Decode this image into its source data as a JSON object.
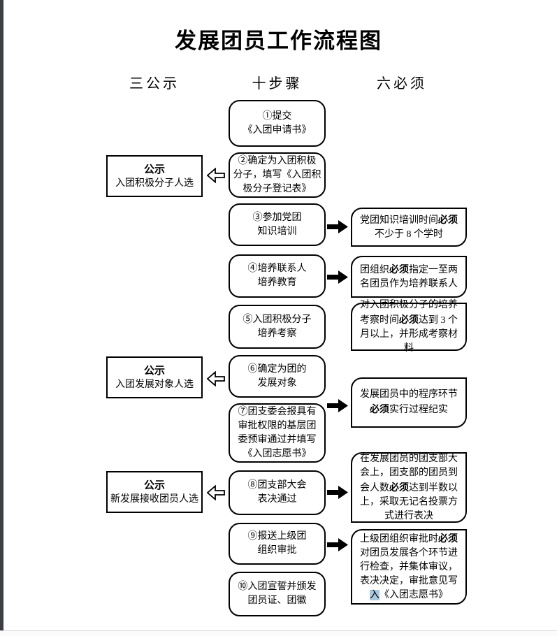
{
  "page": {
    "title": "发展团员工作流程图",
    "column_headers": {
      "left": "三公示",
      "center": "十步骤",
      "right": "六必须"
    }
  },
  "steps": [
    {
      "text": "①提交\n《入团申请书》"
    },
    {
      "text": "②确定为入团积极\n分子，填写《入团积\n极分子登记表》"
    },
    {
      "text": "③参加党团\n知识培训"
    },
    {
      "text": "④培养联系人\n培养教育"
    },
    {
      "text": "⑤入团积极分子\n培养考察"
    },
    {
      "text": "⑥确定为团的\n发展对象"
    },
    {
      "text": "⑦团支委会报具有\n审批权限的基层团\n委预审通过并填写\n《入团志愿书》"
    },
    {
      "text": "⑧团支部大会\n表决通过"
    },
    {
      "text": "⑨报送上级团\n组织审批"
    },
    {
      "text": "⑩入团宣誓并颁发\n团员证、团徽"
    }
  ],
  "publicity": [
    {
      "title": "公示",
      "subtitle": "入团积极分子人选"
    },
    {
      "title": "公示",
      "subtitle": "入团发展对象人选"
    },
    {
      "title": "公示",
      "subtitle": "新发展接收团员人选"
    }
  ],
  "requirements": [
    {
      "segments": [
        {
          "t": "党团知识培训时间"
        },
        {
          "t": "必须",
          "b": true
        },
        {
          "t": "不少于 8 个学时"
        }
      ]
    },
    {
      "segments": [
        {
          "t": "团组织"
        },
        {
          "t": "必须",
          "b": true
        },
        {
          "t": "指定一至两名团员作为培养联系人"
        }
      ]
    },
    {
      "segments": [
        {
          "t": "对入团积极分子的培养考察时间"
        },
        {
          "t": "必须",
          "b": true
        },
        {
          "t": "达到 3 个月以上，并形成考察材料"
        }
      ]
    },
    {
      "segments": [
        {
          "t": "发展团员中的程序环节"
        },
        {
          "t": "必须",
          "b": true
        },
        {
          "t": "实行过程纪实"
        }
      ]
    },
    {
      "segments": [
        {
          "t": "在发展团员的团支部大会上，团支部的团员到会人数"
        },
        {
          "t": "必须",
          "b": true
        },
        {
          "t": "达到半数以上，采取无记名投票方式进行表决"
        }
      ]
    },
    {
      "segments": [
        {
          "t": "上级团组织审批时"
        },
        {
          "t": "必须",
          "b": true
        },
        {
          "t": "对团员发展各个环节进行检查，并集体审议，表决决定，审批意见写"
        },
        {
          "t": "入",
          "hl": true
        },
        {
          "t": "《入团志愿书》"
        }
      ]
    }
  ],
  "colors": {
    "highlight": "#a9c7de",
    "border": "#000000",
    "edge_strip": "#3b3f42"
  }
}
